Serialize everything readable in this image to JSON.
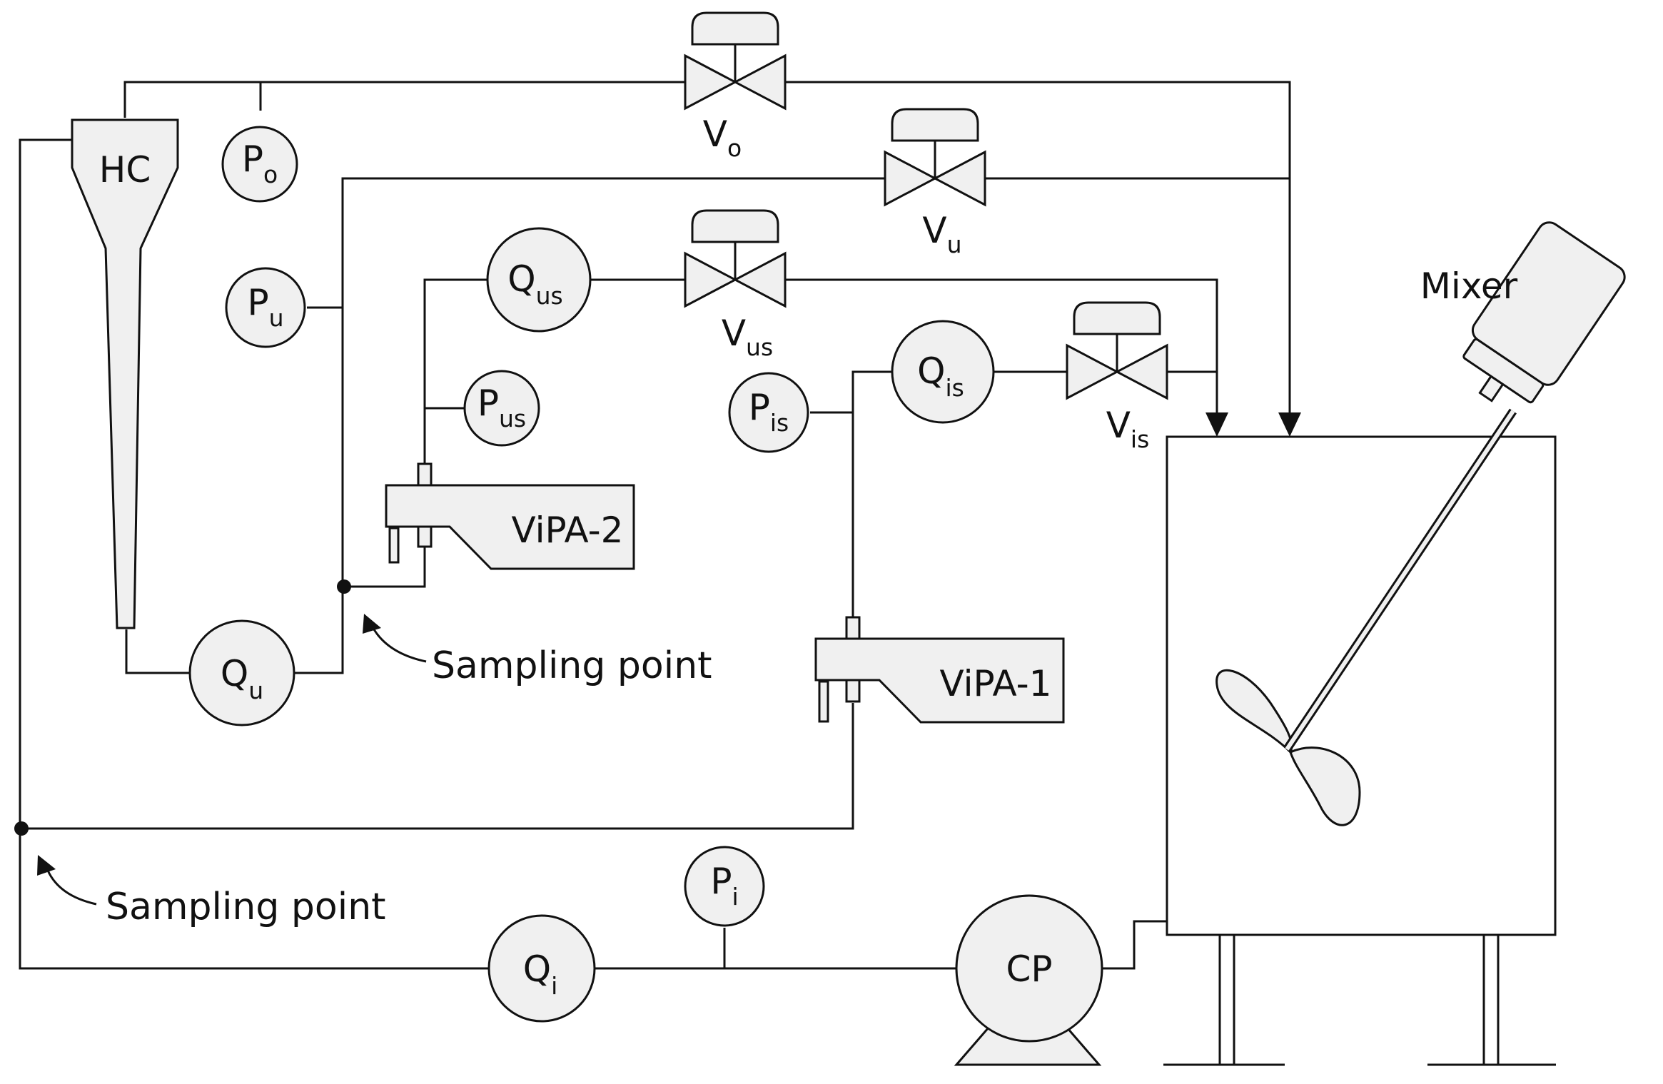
{
  "components": {
    "hydrocyclone": "HC",
    "pump": "CP",
    "mixer": "Mixer",
    "vipa1": "ViPA-1",
    "vipa2": "ViPA-2"
  },
  "pressure_gauges": {
    "Po": {
      "main": "P",
      "sub": "o"
    },
    "Pu": {
      "main": "P",
      "sub": "u"
    },
    "Pus": {
      "main": "P",
      "sub": "us"
    },
    "Pis": {
      "main": "P",
      "sub": "is"
    },
    "Pi": {
      "main": "P",
      "sub": "i"
    }
  },
  "flow_meters": {
    "Qu": {
      "main": "Q",
      "sub": "u"
    },
    "Qus": {
      "main": "Q",
      "sub": "us"
    },
    "Qis": {
      "main": "Q",
      "sub": "is"
    },
    "Qi": {
      "main": "Q",
      "sub": "i"
    }
  },
  "valves": {
    "Vo": {
      "main": "V",
      "sub": "o"
    },
    "Vu": {
      "main": "V",
      "sub": "u"
    },
    "Vus": {
      "main": "V",
      "sub": "us"
    },
    "Vis": {
      "main": "V",
      "sub": "is"
    }
  },
  "annotations": {
    "sampling_point_upper": "Sampling point",
    "sampling_point_lower": "Sampling point"
  }
}
